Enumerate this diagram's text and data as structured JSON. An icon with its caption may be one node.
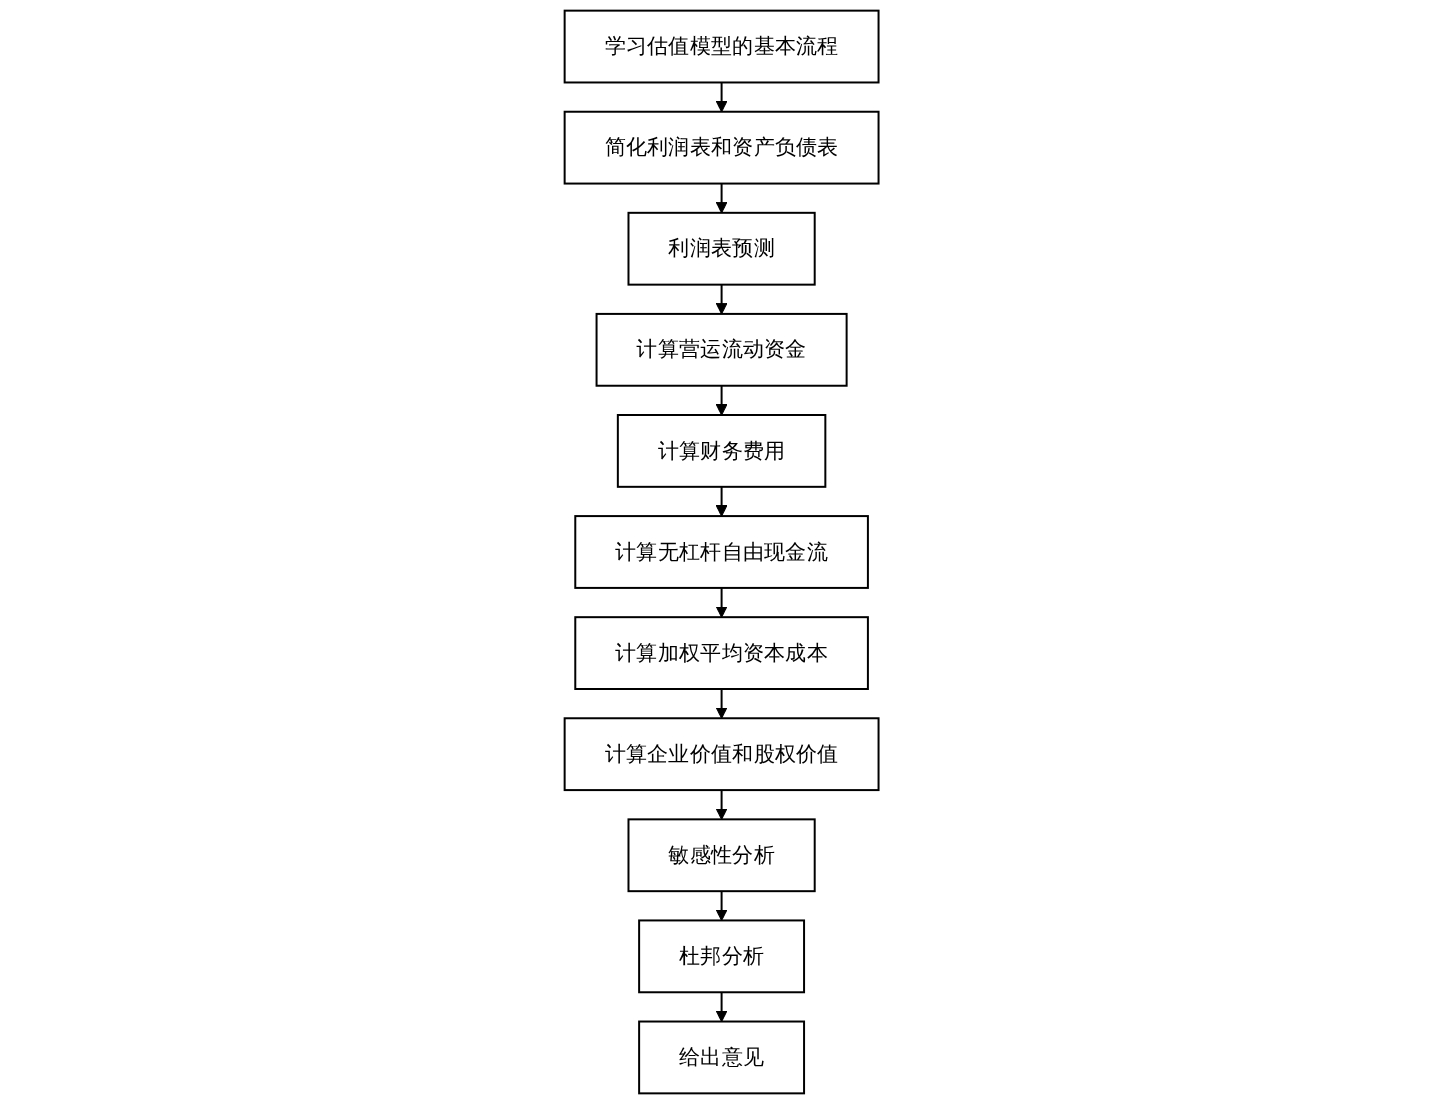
{
  "diagram": {
    "nodes": [
      {
        "text": [
          "学习估值模型的基本流程"
        ]
      },
      {
        "text": [
          "简化利润表和资产负债表"
        ]
      },
      {
        "text": [
          "利润表预测"
        ]
      },
      {
        "text": [
          "计算营运流动资金"
        ]
      },
      {
        "text": [
          "计算财务费用"
        ]
      },
      {
        "text": [
          "计算无杠杆自由现金流"
        ]
      },
      {
        "text": [
          "计算加权平均资本成本"
        ]
      },
      {
        "text": [
          "计算企业价值和股权价值"
        ]
      },
      {
        "text": [
          "敏感性分析"
        ]
      },
      {
        "text": [
          "杜邦分析"
        ]
      },
      {
        "text": [
          "给出意见"
        ]
      }
    ],
    "edges": [
      {
        "from": 0,
        "to": 1,
        "arrow": "to"
      },
      {
        "from": 1,
        "to": 2,
        "arrow": "to"
      },
      {
        "from": 2,
        "to": 3,
        "arrow": "to"
      },
      {
        "from": 3,
        "to": 4,
        "arrow": "to"
      },
      {
        "from": 4,
        "to": 5,
        "arrow": "to"
      },
      {
        "from": 5,
        "to": 6,
        "arrow": "to"
      },
      {
        "from": 6,
        "to": 7,
        "arrow": "to"
      },
      {
        "from": 7,
        "to": 8,
        "arrow": "to"
      },
      {
        "from": 8,
        "to": 9,
        "arrow": "to"
      },
      {
        "from": 9,
        "to": 10,
        "arrow": "to"
      }
    ]
  }
}
